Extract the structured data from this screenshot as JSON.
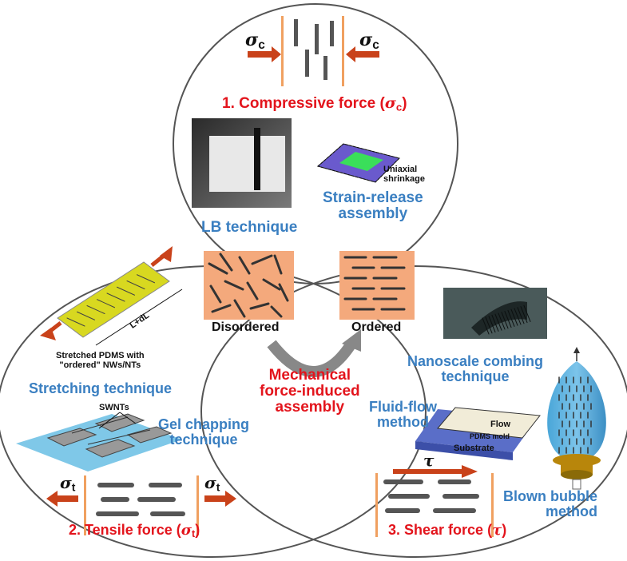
{
  "top": {
    "title": "1. Compressive force",
    "symbol": "σ",
    "sub": "c",
    "sigma_left": "σ",
    "sigma_right": "σ",
    "sigma_sub": "c",
    "photo_label": "LB technique",
    "strain_label_1": "Strain-release",
    "strain_label_2": "assembly",
    "uniaxial_1": "Uniaxial",
    "uniaxial_2": "shrinkage"
  },
  "center": {
    "disordered": "Disordered",
    "ordered": "Ordered",
    "main_1": "Mechanical",
    "main_2": "force-induced",
    "main_3": "assembly"
  },
  "left": {
    "title": "2. Tensile force",
    "symbol": "σ",
    "sub": "t",
    "sigma_left": "σ",
    "sigma_right": "σ",
    "sigma_sub": "t",
    "stretched_1": "Stretched PDMS with",
    "stretched_2": "\"ordered\" NWs/NTs",
    "ldl": "L+dL",
    "stretch_label": "Stretching technique",
    "swnts": "SWNTs",
    "gel_1": "Gel chapping",
    "gel_2": "technique"
  },
  "right": {
    "title": "3. Shear force",
    "symbol": "τ",
    "tau": "τ",
    "nano_1": "Nanoscale combing",
    "nano_2": "technique",
    "fluid_1": "Fluid-flow",
    "fluid_2": "method",
    "flow": "Flow",
    "pdms": "PDMS mold",
    "substrate": "Substrate",
    "blown_1": "Blown bubble",
    "blown_2": "method"
  },
  "colors": {
    "blue_text": "#3a7fc1",
    "red_text": "#e3141c",
    "salmon": "#f4a97c",
    "arrow": "#c9421a",
    "bar": "#444444"
  }
}
